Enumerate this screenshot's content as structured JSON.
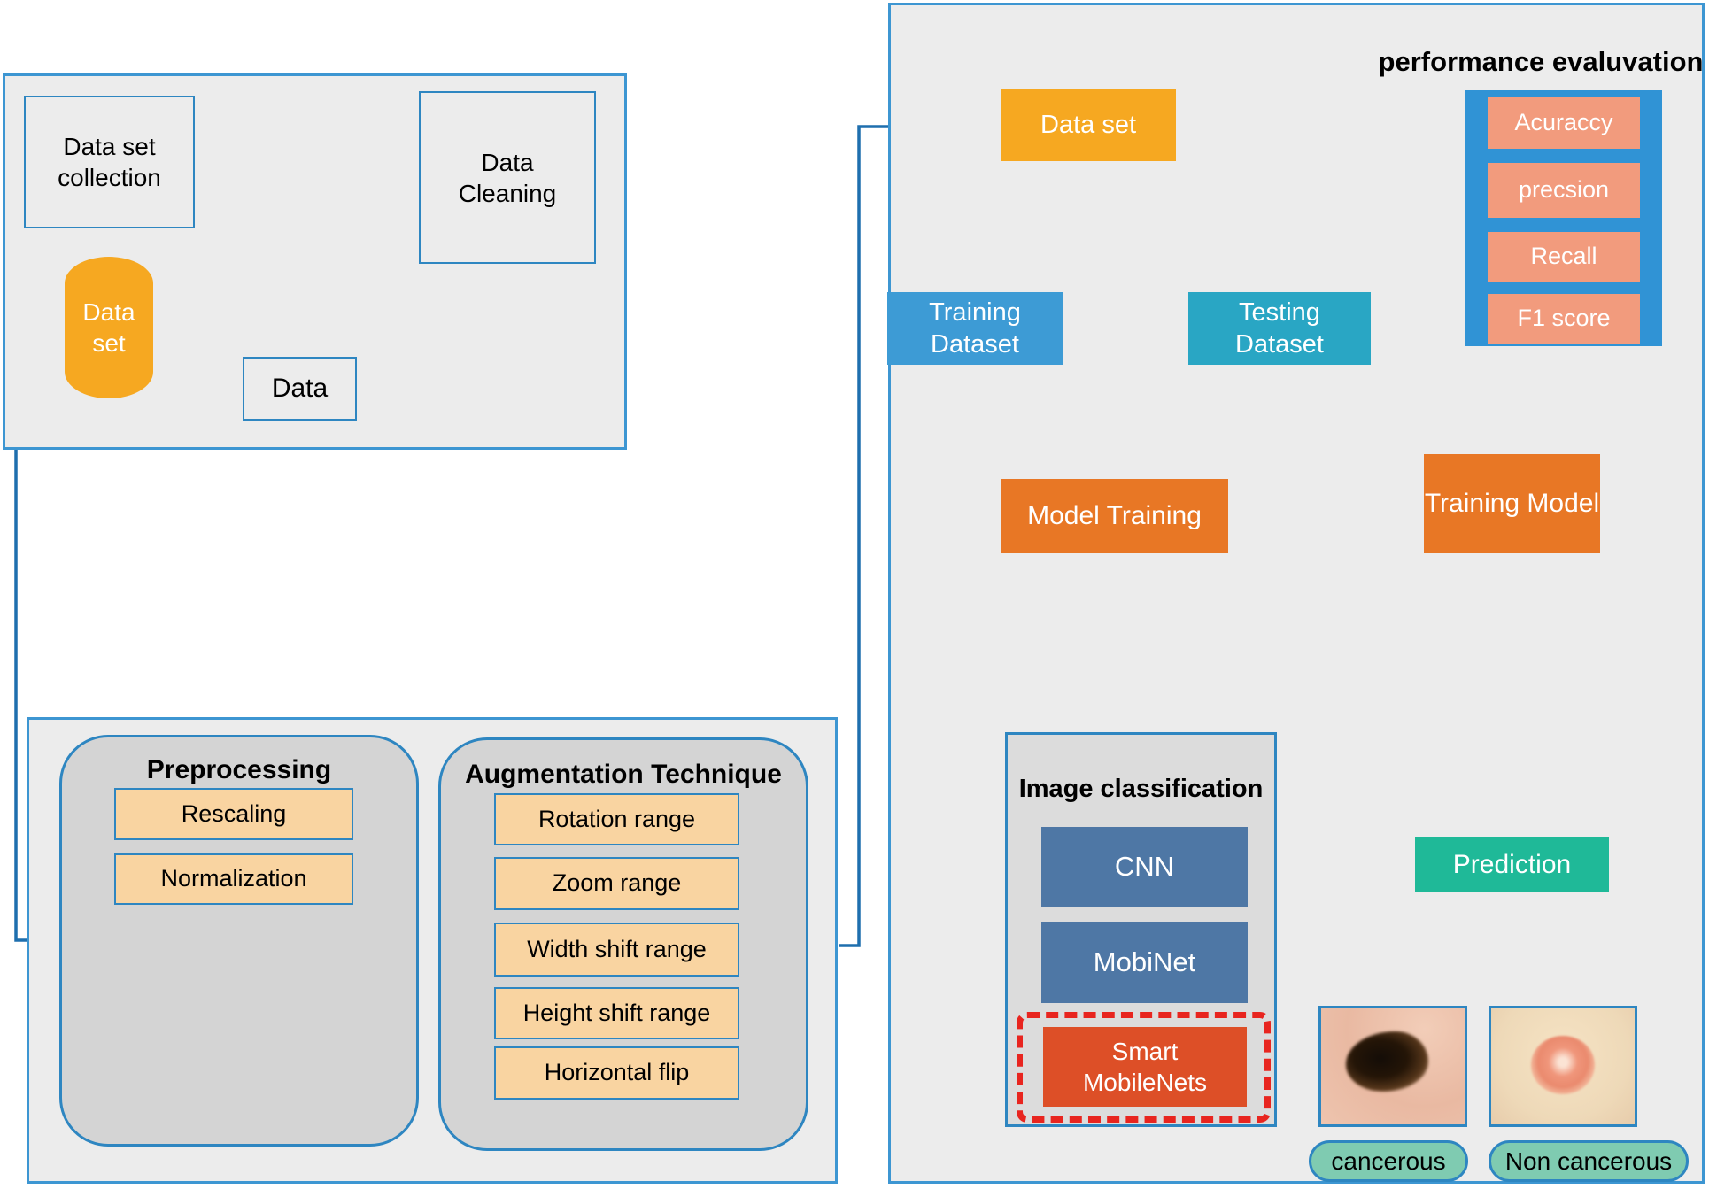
{
  "colors": {
    "panel_border_blue": "#3d96d2",
    "connector_blue": "#1e6fae",
    "orange": "#f6a821",
    "deep_orange": "#e87725",
    "vermillion_red": "#dd4f27",
    "training_blue": "#3d9bd5",
    "testing_teal": "#29a6c4",
    "slate_blue": "#4e77a5",
    "prediction_green": "#1fb998",
    "pill_green": "#7fcbb1",
    "metric_salmon": "#f29b7d",
    "metric_container_blue": "#3093d5",
    "peach_item": "#f9d4a1",
    "panel_gray": "#ececec",
    "group_gray": "#d4d4d4",
    "highlight_dash_red": "#e8251f"
  },
  "collection": {
    "dataset_collection": "Data set\ncollection",
    "data_cleaning": "Data\nCleaning",
    "dataset_cylinder": "Data\nset",
    "data": "Data"
  },
  "preprocess": {
    "preprocessing_title": "Preprocessing",
    "preprocessing_items": [
      "Rescaling",
      "Normalization"
    ],
    "augmentation_title": "Augmentation Technique",
    "augmentation_items": [
      "Rotation range",
      "Zoom range",
      "Width shift range",
      "Height shift range",
      "Horizontal flip"
    ]
  },
  "pipeline": {
    "dataset": "Data set",
    "training_dataset": "Training\nDataset",
    "testing_dataset": "Testing\nDataset",
    "model_training": "Model Training",
    "training_model": "Training Model",
    "performance": {
      "title": "performance evaluvation",
      "metrics": [
        "Acuraccy",
        "precsion",
        "Recall",
        "F1 score"
      ]
    },
    "classification": {
      "title": "Image classification",
      "models": [
        "CNN",
        "MobiNet",
        "Smart\nMobileNets"
      ],
      "highlighted_model": "Smart MobileNets"
    },
    "prediction": "Prediction",
    "outcomes": [
      "cancerous",
      "Non cancerous"
    ]
  }
}
